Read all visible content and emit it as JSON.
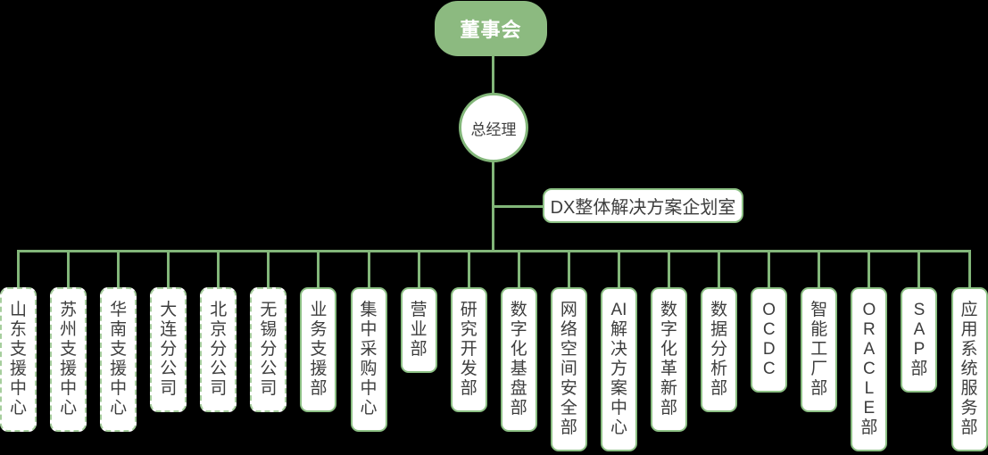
{
  "org_chart": {
    "root": {
      "label": "董事会"
    },
    "manager": {
      "label": "总经理"
    },
    "staff_office": {
      "label": "DX整体解决方案企划室"
    },
    "departments": [
      {
        "label": "山东支援中心",
        "lines": [
          "山",
          "东",
          "支",
          "援",
          "中",
          "心"
        ],
        "border": "dashed"
      },
      {
        "label": "苏州支援中心",
        "lines": [
          "苏",
          "州",
          "支",
          "援",
          "中",
          "心"
        ],
        "border": "dashed"
      },
      {
        "label": "华南支援中心",
        "lines": [
          "华",
          "南",
          "支",
          "援",
          "中",
          "心"
        ],
        "border": "dashed"
      },
      {
        "label": "大连分公司",
        "lines": [
          "大",
          "连",
          "分",
          "公",
          "司"
        ],
        "border": "dashed"
      },
      {
        "label": "北京分公司",
        "lines": [
          "北",
          "京",
          "分",
          "公",
          "司"
        ],
        "border": "dashed"
      },
      {
        "label": "无锡分公司",
        "lines": [
          "无",
          "锡",
          "分",
          "公",
          "司"
        ],
        "border": "dashed"
      },
      {
        "label": "业务支援部",
        "lines": [
          "业",
          "务",
          "支",
          "援",
          "部"
        ],
        "border": "solid"
      },
      {
        "label": "集中采购中心",
        "lines": [
          "集",
          "中",
          "采",
          "购",
          "中",
          "心"
        ],
        "border": "solid"
      },
      {
        "label": "营业部",
        "lines": [
          "营",
          "业",
          "部"
        ],
        "border": "solid"
      },
      {
        "label": "研究开发部",
        "lines": [
          "研",
          "究",
          "开",
          "发",
          "部"
        ],
        "border": "solid"
      },
      {
        "label": "数字化基盘部",
        "lines": [
          "数",
          "字",
          "化",
          "基",
          "盘",
          "部"
        ],
        "border": "solid"
      },
      {
        "label": "网络空间安全部",
        "lines": [
          "网",
          "络",
          "空",
          "间",
          "安",
          "全",
          "部"
        ],
        "border": "solid"
      },
      {
        "label": "AI解决方案中心",
        "lines": [
          "AI",
          "解",
          "决",
          "方",
          "案",
          "中",
          "心"
        ],
        "border": "solid"
      },
      {
        "label": "数字化革新部",
        "lines": [
          "数",
          "字",
          "化",
          "革",
          "新",
          "部"
        ],
        "border": "solid"
      },
      {
        "label": "数据分析部",
        "lines": [
          "数",
          "据",
          "分",
          "析",
          "部"
        ],
        "border": "solid"
      },
      {
        "label": "OCDC",
        "lines": [
          "O",
          "C",
          "D",
          "C"
        ],
        "border": "solid"
      },
      {
        "label": "智能工厂部",
        "lines": [
          "智",
          "能",
          "工",
          "厂",
          "部"
        ],
        "border": "solid"
      },
      {
        "label": "ORACLE部",
        "lines": [
          "O",
          "R",
          "A",
          "C",
          "L",
          "E",
          "部"
        ],
        "border": "solid"
      },
      {
        "label": "SAP部",
        "lines": [
          "S",
          "A",
          "P",
          "部"
        ],
        "border": "solid"
      },
      {
        "label": "应用系统服务部",
        "lines": [
          "应",
          "用",
          "系",
          "统",
          "服",
          "务",
          "部"
        ],
        "border": "solid"
      }
    ]
  },
  "colors": {
    "background": "#000000",
    "root_fill": "#8cba80",
    "root_text": "#ffffff",
    "connector": "#82b679",
    "node_fill": "#ffffff",
    "solid_border": "#8cc084",
    "dashed_border": "#a6ce9d",
    "node_text": "#3e3e3e"
  }
}
